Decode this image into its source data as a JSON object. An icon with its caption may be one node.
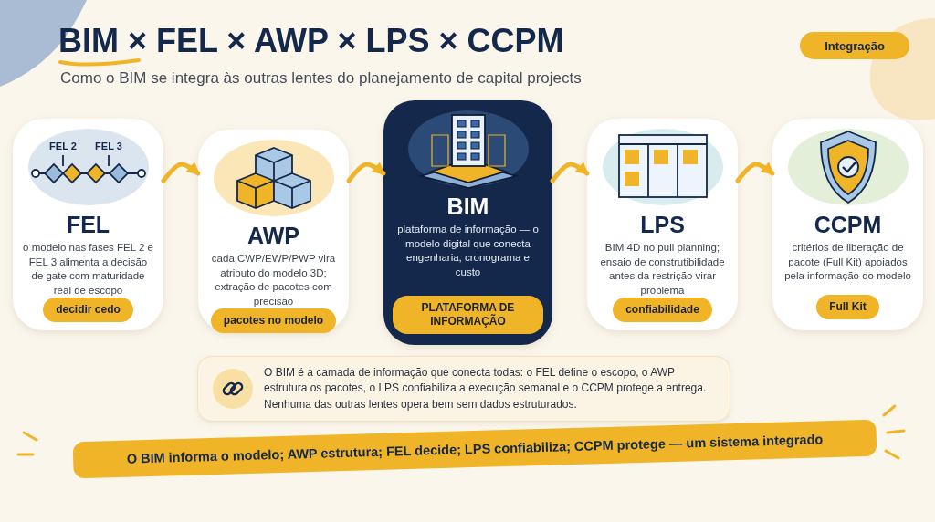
{
  "diagram": {
    "title": "BIM × FEL × AWP × LPS × CCPM",
    "nodes": [
      {
        "text": [
          "Integração"
        ]
      },
      {
        "text": [
          "FEL",
          "o modelo nas fases FEL 2 e FEL 3 alimenta a decisão de gate com maturidade real de escopo",
          "decidir cedo"
        ]
      },
      {
        "text": [
          "AWP",
          "cada CWP/EWP/PWP vira atributo do modelo 3D; extração de pacotes com precisão",
          "pacotes no modelo"
        ]
      },
      {
        "text": [
          "BIM",
          "plataforma de informação — o modelo digital que conecta engenharia, cronograma e custo",
          "PLATAFORMA DE INFORMAÇÃO"
        ]
      },
      {
        "text": [
          "LPS",
          "BIM 4D no pull planning; ensaio de construtibilidade antes da restrição virar problema",
          "confiabilidade"
        ]
      },
      {
        "text": [
          "CCPM",
          "critérios de liberação de pacote (Full Kit) apoiados pela informação do modelo",
          "Full Kit"
        ]
      },
      {
        "text": [
          "O BIM é a camada de informação que conecta todas: o FEL define o escopo, o AWP estrutura os pacotes, o LPS confiabiliza a execução semanal e o CCPM protege a entrega. Nenhuma das outras lentes opera bem sem dados estruturados."
        ]
      },
      {
        "text": [
          "O BIM informa o modelo; AWP estrutura; FEL decide; LPS confiabiliza; CCPM protege — um sistema integrado"
        ]
      }
    ],
    "edges": [
      {
        "from": 1,
        "to": 2,
        "arrow": "to"
      },
      {
        "from": 2,
        "to": 3,
        "arrow": "to"
      },
      {
        "from": 3,
        "to": 4,
        "arrow": "to"
      },
      {
        "from": 4,
        "to": 5,
        "arrow": "to"
      }
    ],
    "labels": [
      "Como o BIM se integra às outras lentes do planejamento de capital projects",
      "FEL 2",
      "FEL 3"
    ]
  }
}
